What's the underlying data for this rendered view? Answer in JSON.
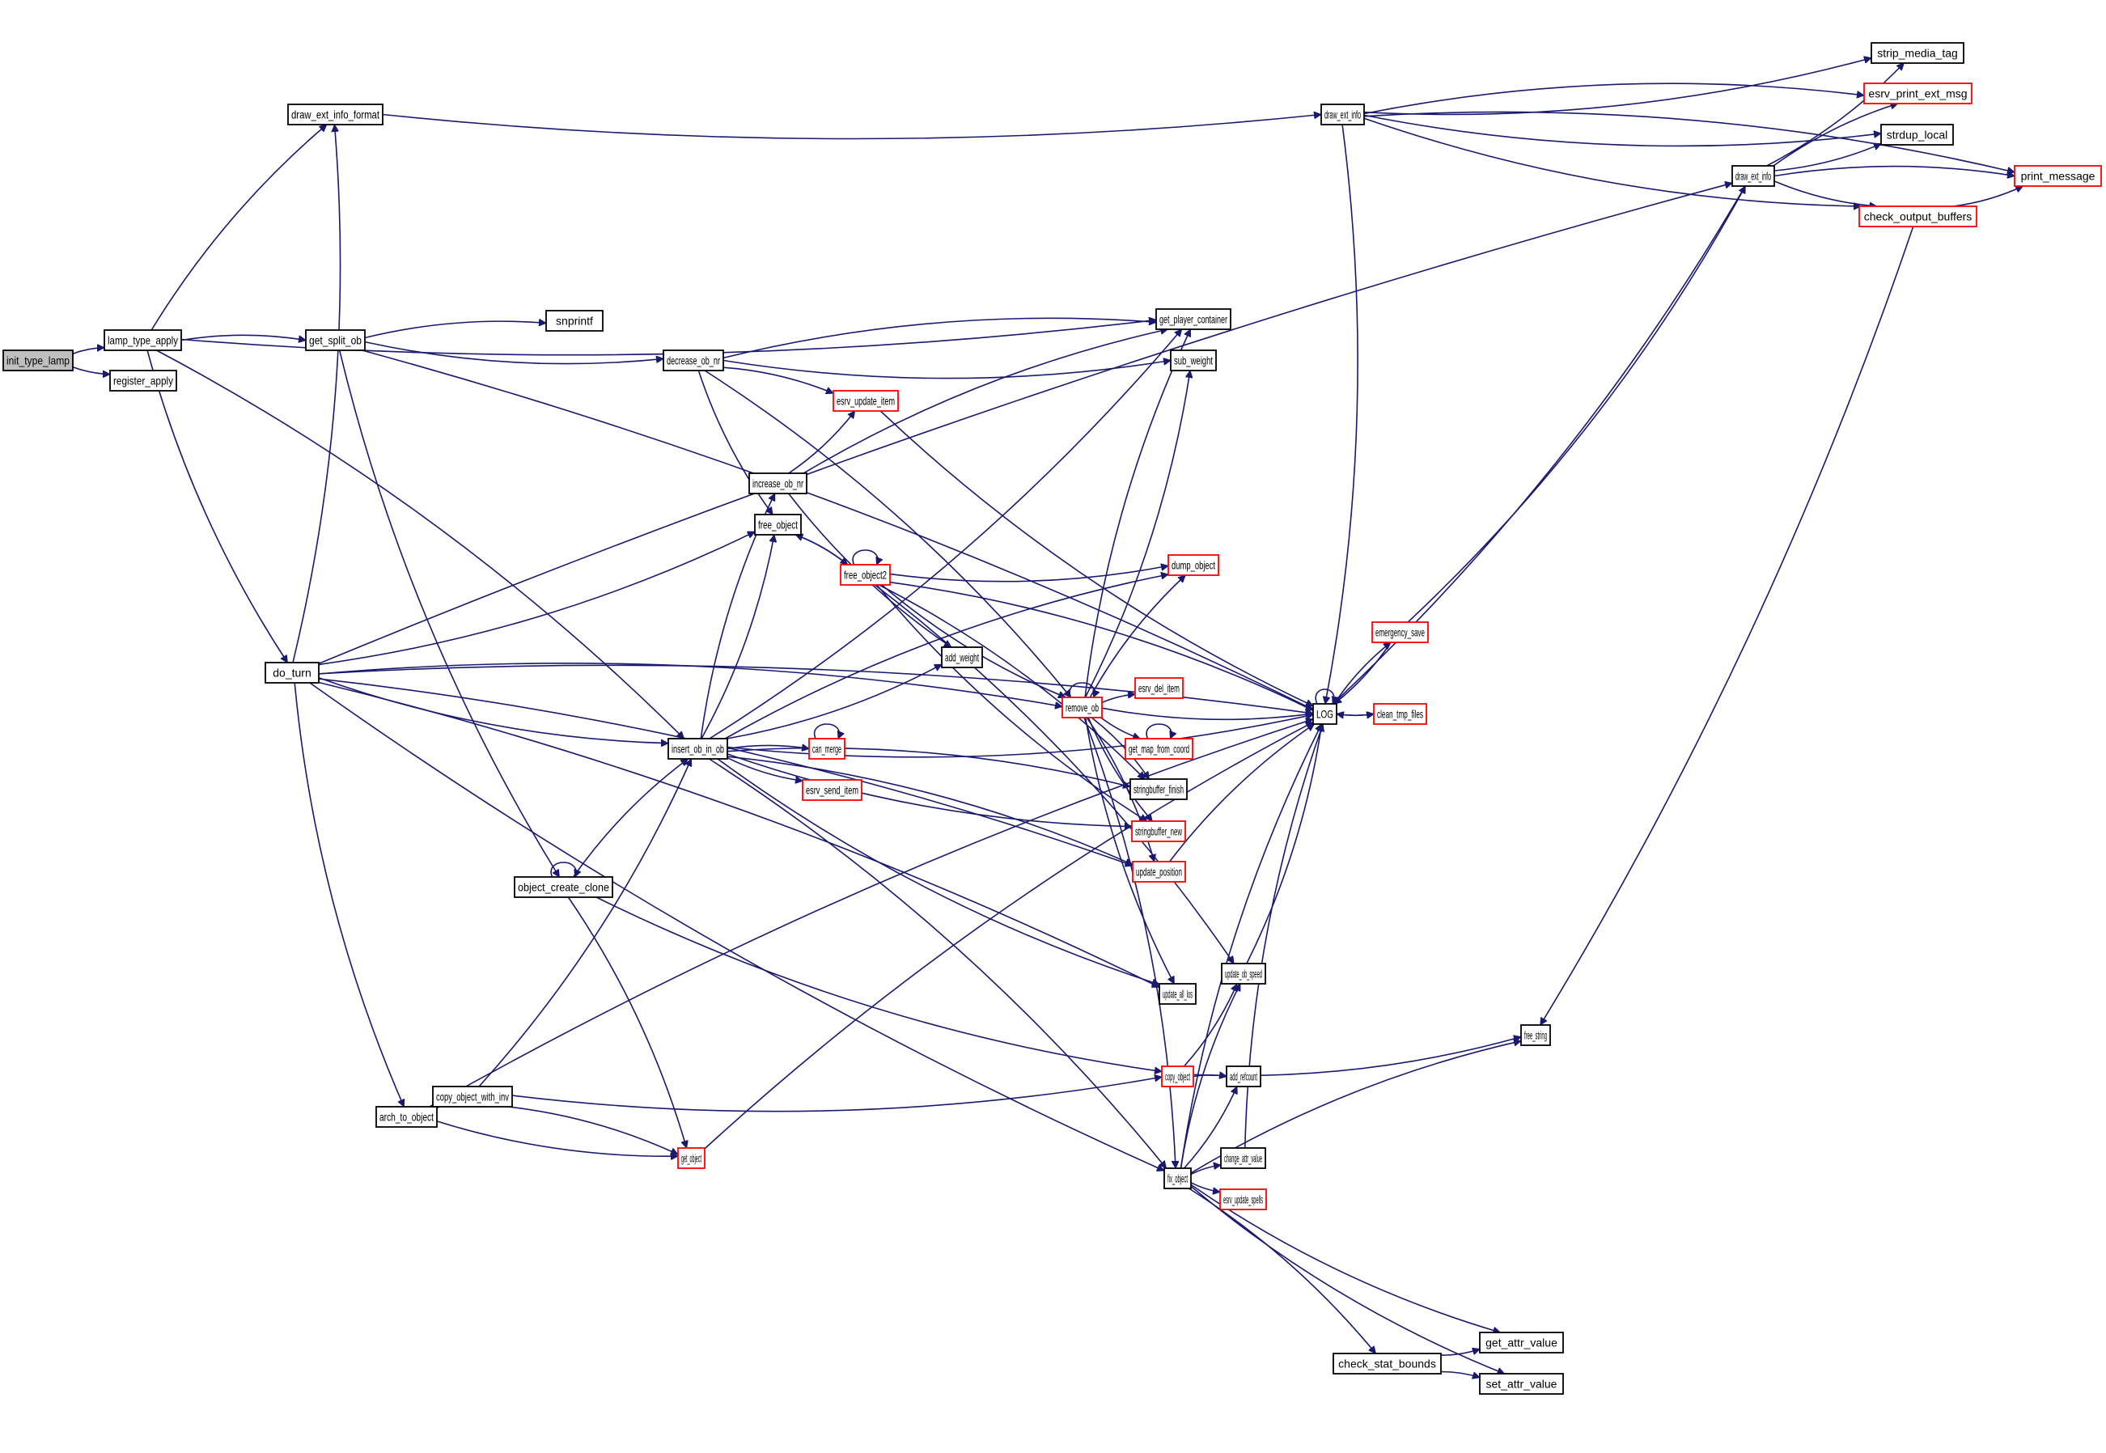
{
  "diagram": {
    "type": "call-graph",
    "colors": {
      "edge": "#191970",
      "node_border": "#000000",
      "truncated_border": "#ff0000",
      "root_fill": "#bfbfbf",
      "node_fill": "#ffffff"
    },
    "nodes": [
      {
        "id": "init_type_lamp",
        "label": "init_type_lamp",
        "style": "root"
      },
      {
        "id": "lamp_type_apply",
        "label": "lamp_type_apply",
        "style": "normal"
      },
      {
        "id": "register_apply",
        "label": "register_apply",
        "style": "normal"
      },
      {
        "id": "draw_ext_info_format",
        "label": "draw_ext_info_format",
        "style": "normal"
      },
      {
        "id": "get_split_ob",
        "label": "get_split_ob",
        "style": "normal"
      },
      {
        "id": "do_turn",
        "label": "do_turn",
        "style": "normal"
      },
      {
        "id": "snprintf",
        "label": "snprintf",
        "style": "normal"
      },
      {
        "id": "decrease_ob_nr",
        "label": "decrease_ob_nr",
        "style": "normal"
      },
      {
        "id": "object_create_clone",
        "label": "object_create_clone",
        "style": "normal"
      },
      {
        "id": "insert_ob_in_ob",
        "label": "insert_ob_in_ob",
        "style": "normal"
      },
      {
        "id": "arch_to_object",
        "label": "arch_to_object",
        "style": "normal"
      },
      {
        "id": "copy_object_with_inv",
        "label": "copy_object_with_inv",
        "style": "normal"
      },
      {
        "id": "get_object",
        "label": "get_object",
        "style": "truncated"
      },
      {
        "id": "increase_ob_nr",
        "label": "increase_ob_nr",
        "style": "normal"
      },
      {
        "id": "free_object",
        "label": "free_object",
        "style": "normal"
      },
      {
        "id": "esrv_update_item",
        "label": "esrv_update_item",
        "style": "truncated"
      },
      {
        "id": "free_object2",
        "label": "free_object2",
        "style": "truncated"
      },
      {
        "id": "can_merge",
        "label": "can_merge",
        "style": "truncated"
      },
      {
        "id": "esrv_send_item",
        "label": "esrv_send_item",
        "style": "truncated"
      },
      {
        "id": "add_weight",
        "label": "add_weight",
        "style": "normal"
      },
      {
        "id": "remove_ob",
        "label": "remove_ob",
        "style": "truncated"
      },
      {
        "id": "get_player_container",
        "label": "get_player_container",
        "style": "normal"
      },
      {
        "id": "sub_weight",
        "label": "sub_weight",
        "style": "normal"
      },
      {
        "id": "dump_object",
        "label": "dump_object",
        "style": "truncated"
      },
      {
        "id": "esrv_del_item",
        "label": "esrv_del_item",
        "style": "truncated"
      },
      {
        "id": "get_map_from_coord",
        "label": "get_map_from_coord",
        "style": "truncated"
      },
      {
        "id": "stringbuffer_finish",
        "label": "stringbuffer_finish",
        "style": "normal"
      },
      {
        "id": "stringbuffer_new",
        "label": "stringbuffer_new",
        "style": "truncated"
      },
      {
        "id": "update_position",
        "label": "update_position",
        "style": "truncated"
      },
      {
        "id": "update_all_los",
        "label": "update_all_los",
        "style": "normal"
      },
      {
        "id": "copy_object",
        "label": "copy_object",
        "style": "truncated"
      },
      {
        "id": "fix_object",
        "label": "fix_object",
        "style": "normal"
      },
      {
        "id": "update_ob_speed",
        "label": "update_ob_speed",
        "style": "normal"
      },
      {
        "id": "add_refcount",
        "label": "add_refcount",
        "style": "normal"
      },
      {
        "id": "change_attr_value",
        "label": "change_attr_value",
        "style": "normal"
      },
      {
        "id": "esrv_update_spells",
        "label": "esrv_update_spells",
        "style": "truncated"
      },
      {
        "id": "check_stat_bounds",
        "label": "check_stat_bounds",
        "style": "normal"
      },
      {
        "id": "get_attr_value",
        "label": "get_attr_value",
        "style": "normal"
      },
      {
        "id": "set_attr_value",
        "label": "set_attr_value",
        "style": "normal"
      },
      {
        "id": "draw_ext_info_a",
        "label": "draw_ext_info",
        "style": "normal"
      },
      {
        "id": "draw_ext_info_b",
        "label": "draw_ext_info",
        "style": "normal"
      },
      {
        "id": "LOG",
        "label": "LOG",
        "style": "normal"
      },
      {
        "id": "emergency_save",
        "label": "emergency_save",
        "style": "truncated"
      },
      {
        "id": "clean_tmp_files",
        "label": "clean_tmp_files",
        "style": "truncated"
      },
      {
        "id": "strip_media_tag",
        "label": "strip_media_tag",
        "style": "normal"
      },
      {
        "id": "esrv_print_ext_msg",
        "label": "esrv_print_ext_msg",
        "style": "truncated"
      },
      {
        "id": "strdup_local",
        "label": "strdup_local",
        "style": "normal"
      },
      {
        "id": "print_message",
        "label": "print_message",
        "style": "truncated"
      },
      {
        "id": "check_output_buffers",
        "label": "check_output_buffers",
        "style": "truncated"
      },
      {
        "id": "free_string",
        "label": "free_string",
        "style": "normal"
      }
    ],
    "edges": [
      [
        "init_type_lamp",
        "lamp_type_apply"
      ],
      [
        "init_type_lamp",
        "register_apply"
      ],
      [
        "lamp_type_apply",
        "draw_ext_info_format"
      ],
      [
        "lamp_type_apply",
        "get_player_container"
      ],
      [
        "lamp_type_apply",
        "get_split_ob"
      ],
      [
        "lamp_type_apply",
        "do_turn"
      ],
      [
        "lamp_type_apply",
        "insert_ob_in_ob"
      ],
      [
        "draw_ext_info_format",
        "draw_ext_info_a"
      ],
      [
        "get_split_ob",
        "snprintf"
      ],
      [
        "get_split_ob",
        "decrease_ob_nr"
      ],
      [
        "get_split_ob",
        "LOG"
      ],
      [
        "get_split_ob",
        "object_create_clone"
      ],
      [
        "decrease_ob_nr",
        "get_player_container"
      ],
      [
        "decrease_ob_nr",
        "sub_weight"
      ],
      [
        "decrease_ob_nr",
        "esrv_update_item"
      ],
      [
        "decrease_ob_nr",
        "free_object"
      ],
      [
        "decrease_ob_nr",
        "remove_ob"
      ],
      [
        "do_turn",
        "draw_ext_info_format"
      ],
      [
        "do_turn",
        "draw_ext_info_b"
      ],
      [
        "do_turn",
        "free_object"
      ],
      [
        "do_turn",
        "remove_ob"
      ],
      [
        "do_turn",
        "insert_ob_in_ob"
      ],
      [
        "do_turn",
        "update_position"
      ],
      [
        "do_turn",
        "arch_to_object"
      ],
      [
        "do_turn",
        "update_all_los"
      ],
      [
        "do_turn",
        "fix_object"
      ],
      [
        "do_turn",
        "LOG"
      ],
      [
        "object_create_clone",
        "object_create_clone"
      ],
      [
        "object_create_clone",
        "insert_ob_in_ob"
      ],
      [
        "object_create_clone",
        "copy_object"
      ],
      [
        "object_create_clone",
        "get_object"
      ],
      [
        "insert_ob_in_ob",
        "get_player_container"
      ],
      [
        "insert_ob_in_ob",
        "increase_ob_nr"
      ],
      [
        "insert_ob_in_ob",
        "free_object"
      ],
      [
        "insert_ob_in_ob",
        "dump_object"
      ],
      [
        "insert_ob_in_ob",
        "add_weight"
      ],
      [
        "insert_ob_in_ob",
        "can_merge"
      ],
      [
        "insert_ob_in_ob",
        "esrv_send_item"
      ],
      [
        "insert_ob_in_ob",
        "stringbuffer_finish"
      ],
      [
        "insert_ob_in_ob",
        "stringbuffer_new"
      ],
      [
        "insert_ob_in_ob",
        "update_position"
      ],
      [
        "insert_ob_in_ob",
        "update_all_los"
      ],
      [
        "insert_ob_in_ob",
        "fix_object"
      ],
      [
        "insert_ob_in_ob",
        "LOG"
      ],
      [
        "arch_to_object",
        "copy_object_with_inv"
      ],
      [
        "arch_to_object",
        "get_object"
      ],
      [
        "arch_to_object",
        "LOG"
      ],
      [
        "copy_object_with_inv",
        "insert_ob_in_ob"
      ],
      [
        "copy_object_with_inv",
        "get_object"
      ],
      [
        "copy_object_with_inv",
        "copy_object"
      ],
      [
        "get_object",
        "LOG"
      ],
      [
        "increase_ob_nr",
        "esrv_update_item"
      ],
      [
        "increase_ob_nr",
        "get_player_container"
      ],
      [
        "increase_ob_nr",
        "add_weight"
      ],
      [
        "free_object",
        "free_object2"
      ],
      [
        "free_object2",
        "free_object"
      ],
      [
        "free_object2",
        "free_object2"
      ],
      [
        "free_object2",
        "dump_object"
      ],
      [
        "free_object2",
        "LOG"
      ],
      [
        "free_object2",
        "remove_ob"
      ],
      [
        "free_object2",
        "update_ob_speed"
      ],
      [
        "free_object2",
        "stringbuffer_new"
      ],
      [
        "free_object2",
        "stringbuffer_finish"
      ],
      [
        "esrv_update_item",
        "LOG"
      ],
      [
        "can_merge",
        "can_merge"
      ],
      [
        "remove_ob",
        "remove_ob"
      ],
      [
        "remove_ob",
        "get_player_container"
      ],
      [
        "remove_ob",
        "sub_weight"
      ],
      [
        "remove_ob",
        "dump_object"
      ],
      [
        "remove_ob",
        "LOG"
      ],
      [
        "remove_ob",
        "esrv_del_item"
      ],
      [
        "remove_ob",
        "get_map_from_coord"
      ],
      [
        "remove_ob",
        "stringbuffer_finish"
      ],
      [
        "remove_ob",
        "stringbuffer_new"
      ],
      [
        "remove_ob",
        "update_position"
      ],
      [
        "remove_ob",
        "update_all_los"
      ],
      [
        "remove_ob",
        "fix_object"
      ],
      [
        "get_map_from_coord",
        "get_map_from_coord"
      ],
      [
        "update_position",
        "LOG"
      ],
      [
        "copy_object",
        "update_ob_speed"
      ],
      [
        "copy_object",
        "add_refcount"
      ],
      [
        "copy_object",
        "free_string"
      ],
      [
        "fix_object",
        "update_ob_speed"
      ],
      [
        "fix_object",
        "add_refcount"
      ],
      [
        "fix_object",
        "change_attr_value"
      ],
      [
        "fix_object",
        "esrv_update_spells"
      ],
      [
        "fix_object",
        "LOG"
      ],
      [
        "fix_object",
        "get_attr_value"
      ],
      [
        "fix_object",
        "check_stat_bounds"
      ],
      [
        "fix_object",
        "set_attr_value"
      ],
      [
        "fix_object",
        "free_string"
      ],
      [
        "update_ob_speed",
        "LOG"
      ],
      [
        "change_attr_value",
        "LOG"
      ],
      [
        "check_stat_bounds",
        "get_attr_value"
      ],
      [
        "check_stat_bounds",
        "set_attr_value"
      ],
      [
        "draw_ext_info_a",
        "strip_media_tag"
      ],
      [
        "draw_ext_info_a",
        "esrv_print_ext_msg"
      ],
      [
        "draw_ext_info_a",
        "strdup_local"
      ],
      [
        "draw_ext_info_a",
        "print_message"
      ],
      [
        "draw_ext_info_a",
        "check_output_buffers"
      ],
      [
        "draw_ext_info_a",
        "LOG"
      ],
      [
        "draw_ext_info_b",
        "strip_media_tag"
      ],
      [
        "draw_ext_info_b",
        "esrv_print_ext_msg"
      ],
      [
        "draw_ext_info_b",
        "strdup_local"
      ],
      [
        "draw_ext_info_b",
        "print_message"
      ],
      [
        "draw_ext_info_b",
        "check_output_buffers"
      ],
      [
        "draw_ext_info_b",
        "LOG"
      ],
      [
        "check_output_buffers",
        "print_message"
      ],
      [
        "check_output_buffers",
        "free_string"
      ],
      [
        "LOG",
        "LOG"
      ],
      [
        "LOG",
        "emergency_save"
      ],
      [
        "LOG",
        "clean_tmp_files"
      ],
      [
        "emergency_save",
        "LOG"
      ],
      [
        "emergency_save",
        "draw_ext_info_b"
      ],
      [
        "clean_tmp_files",
        "LOG"
      ]
    ]
  }
}
